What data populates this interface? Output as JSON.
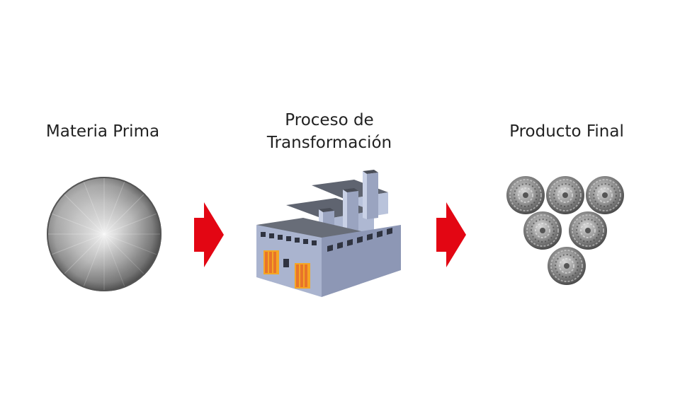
{
  "stages": [
    {
      "label": "Materia Prima",
      "icon": "metal-disc-icon"
    },
    {
      "label": "Proceso de",
      "label_line2": "Transformación",
      "icon": "factory-icon"
    },
    {
      "label": "Producto Final",
      "icon": "steel-scrubbers-icon"
    }
  ],
  "connectors": {
    "icon": "arrow-right-icon",
    "color": "#e30613"
  }
}
